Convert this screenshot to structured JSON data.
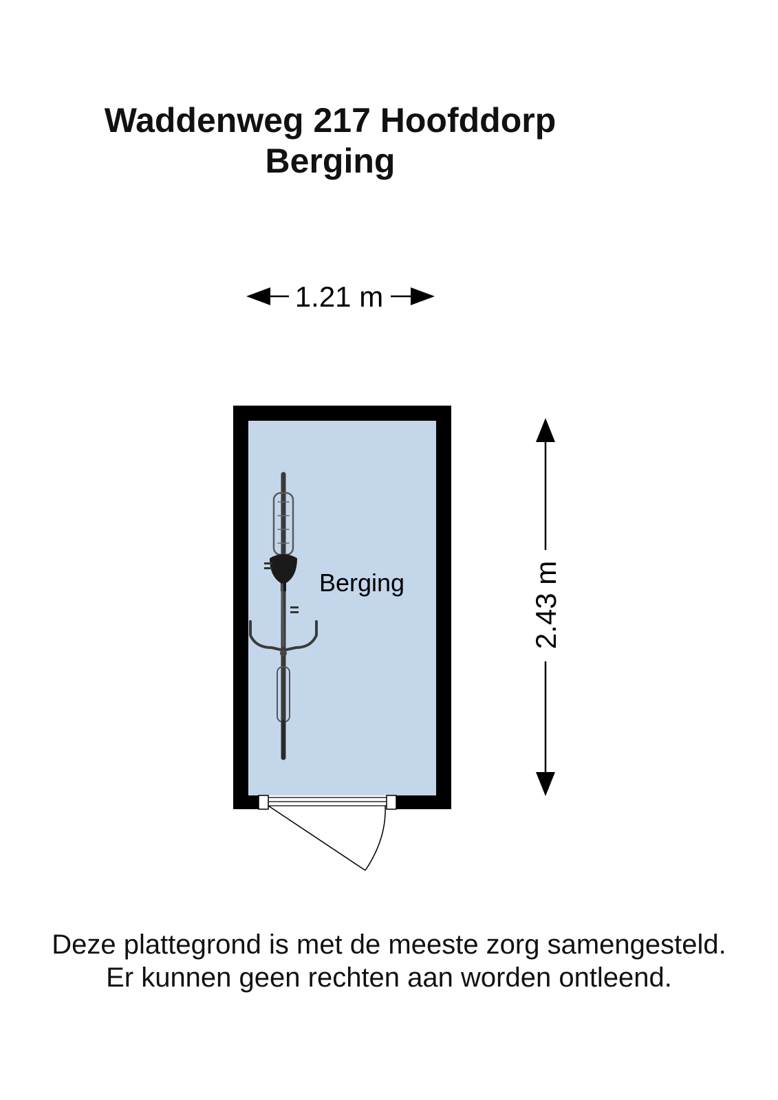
{
  "header": {
    "address": "Waddenweg 217 Hoofddorp",
    "floor": "Berging"
  },
  "plan": {
    "room_label": "Berging",
    "width_label": "1.21 m",
    "height_label": "2.43 m",
    "colors": {
      "wall": "#000000",
      "floor": "#c4d6ea"
    }
  },
  "footer": {
    "line1": "Deze plattegrond is met de meeste zorg samengesteld.",
    "line2": "Er kunnen geen rechten aan worden ontleend."
  }
}
